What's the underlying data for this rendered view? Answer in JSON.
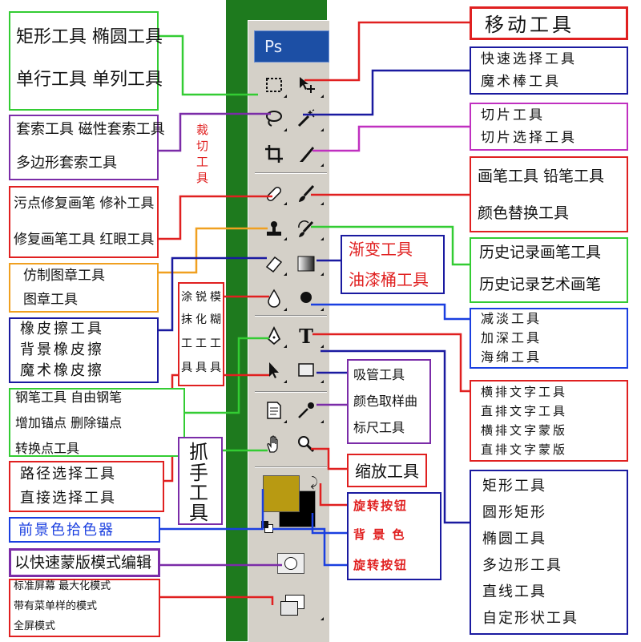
{
  "logo": "Ps",
  "boxes": {
    "marquee": [
      "矩形工具  椭圆工具",
      "单行工具  单列工具"
    ],
    "lasso": [
      "套索工具   磁性套索工具",
      "多边形套索工具"
    ],
    "crop": [
      "裁",
      "切",
      "工",
      "具"
    ],
    "healing": [
      "污点修复画笔   修补工具",
      "修复画笔工具   红眼工具"
    ],
    "stamp": [
      "仿制图章工具",
      "图章工具"
    ],
    "eraser": [
      "橡皮擦工具",
      "背景橡皮擦",
      "魔术橡皮擦"
    ],
    "blur_col1": [
      "涂",
      "抹",
      "工",
      "具"
    ],
    "blur_col2": [
      "锐",
      "化",
      "工",
      "具"
    ],
    "blur_col3": [
      "模",
      "糊",
      "工",
      "具"
    ],
    "pen": [
      "钢笔工具    自由钢笔",
      "增加锚点   删除锚点",
      "转换点工具"
    ],
    "path": [
      "路径选择工具",
      "直接选择工具"
    ],
    "hand": [
      "抓",
      "手",
      "工",
      "具"
    ],
    "foreground": [
      "前景色拾色器"
    ],
    "quickmask": [
      "以快速蒙版模式编辑"
    ],
    "screen": [
      "标准屏幕    最大化模式",
      "带有菜单样的模式",
      "全屏模式"
    ],
    "move": [
      "移动工具"
    ],
    "wand": [
      "快速选择工具",
      "魔术棒工具"
    ],
    "slice": [
      "切片工具",
      "切片选择工具"
    ],
    "brush": [
      "画笔工具   铅笔工具",
      "颜色替换工具"
    ],
    "history": [
      "历史记录画笔工具",
      "历史记录艺术画笔"
    ],
    "gradient": [
      "渐变工具",
      "油漆桶工具"
    ],
    "dodge": [
      "减淡工具",
      "加深工具",
      "海绵工具"
    ],
    "eyedropper": [
      "吸管工具",
      "颜色取样曲",
      "标尺工具"
    ],
    "type": [
      "横排文字工具",
      "直排文字工具",
      "横排文字蒙版",
      "直排文字蒙版"
    ],
    "zoom": [
      "缩放工具"
    ],
    "swap": [
      "旋转按钮",
      "背 景 色",
      "旋转按钮"
    ],
    "shape": [
      "矩形工具",
      "圆形矩形",
      "椭圆工具",
      "多边形工具",
      "直线工具",
      "自定形状工具"
    ]
  },
  "colors": {
    "panel_green": "#1e7a1e",
    "toolbar_gray": "#d4d0c8",
    "foreground": "#b89a12",
    "background": "#000000",
    "green": "#33cc33",
    "purple": "#7b2ca8",
    "red": "#e02020",
    "orange": "#f0a020",
    "navy": "#1a1aa0",
    "blue": "#1a3fe0"
  },
  "icons": [
    "marquee-icon",
    "move-icon",
    "lasso-icon",
    "magic-wand-icon",
    "crop-icon",
    "slice-icon",
    "healing-brush-icon",
    "brush-icon",
    "stamp-icon",
    "history-brush-icon",
    "eraser-icon",
    "gradient-icon",
    "blur-icon",
    "dodge-icon",
    "pen-icon",
    "type-icon",
    "path-selection-icon",
    "note-icon",
    "notes-icon",
    "eyedropper-icon",
    "hand-icon",
    "zoom-icon",
    "swap-colors-icon",
    "default-colors-icon",
    "quick-mask-icon",
    "screen-mode-icon"
  ]
}
